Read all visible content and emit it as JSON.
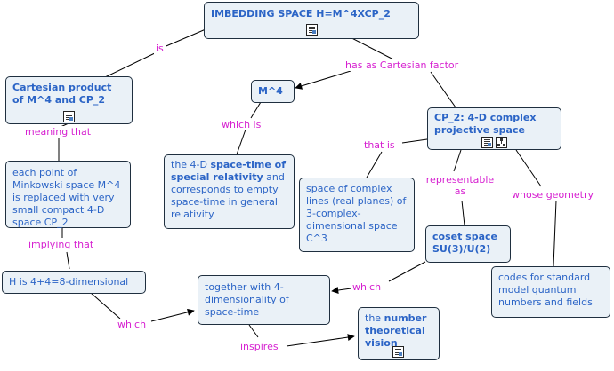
{
  "nodes": {
    "root": "IMBEDDING SPACE H=M^4XCP_2",
    "cartesian_product": "Cartesian product of M^4 and CP_2",
    "m4": "M^4",
    "cp2": "CP_2: 4-D complex projective space",
    "each_point": "each point of Minkowski space M^4 is replaced with very small compact 4-D space CP_2",
    "spacetime_pre": "the 4-D ",
    "spacetime_bold": "space-time of special relativity",
    "spacetime_post": " and corresponds to empty space-time in general relativity",
    "complex_lines": "space of complex lines (real planes) of  3-complex-dimensional space C^3",
    "coset": "coset space SU(3)/U(2)",
    "h8": "H is 4+4=8-dimensional",
    "together": "together with 4-dimensionality of space-time",
    "number_pre": "the ",
    "number_bold": "number theoretical vision",
    "codes": "codes for standard model quantum numbers  and fields"
  },
  "links": {
    "is": "is",
    "has_factor": "has as Cartesian factor",
    "meaning_that": "meaning that",
    "which_is": "which is",
    "that_is": "that is",
    "representable_as": "representable as",
    "whose_geometry": "whose geometry",
    "implying_that": "implying that",
    "which_1": "which",
    "which_2": "which",
    "inspires": "inspires"
  },
  "icons": {
    "document": "document-icon",
    "submap": "concept-map-icon"
  },
  "colors": {
    "node_fill": "#eaf1f7",
    "node_border": "#1f2f3f",
    "node_text": "#2b64c6",
    "link_text": "#d61fd0",
    "connector": "#000000"
  }
}
